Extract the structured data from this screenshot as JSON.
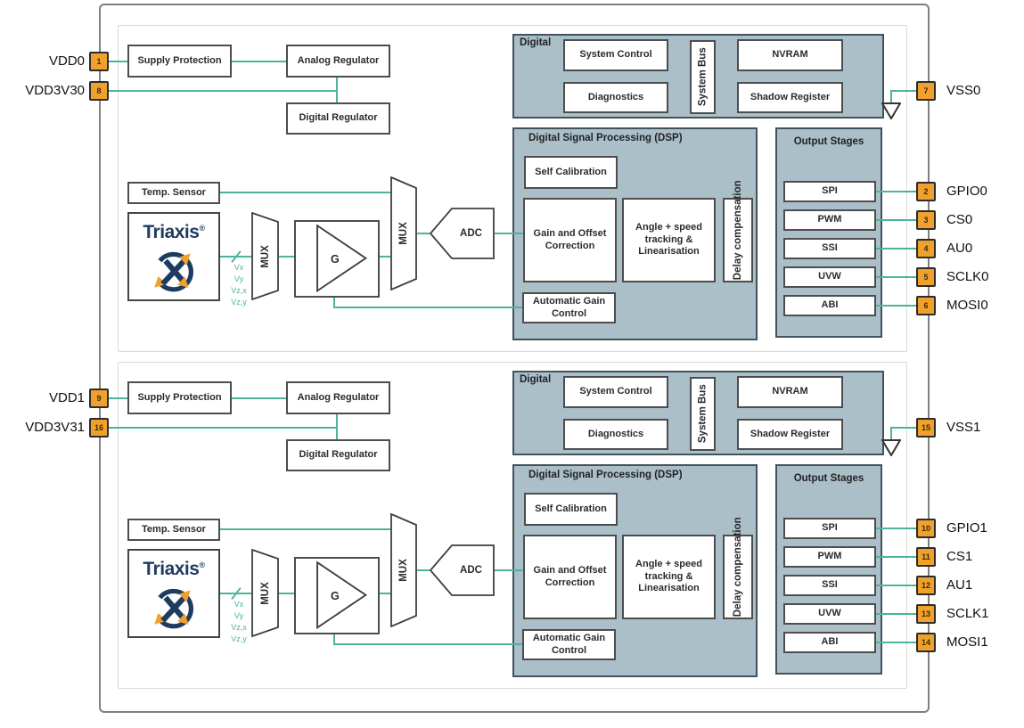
{
  "colors": {
    "teal": "#4cb49e",
    "block_fill": "#abbfc9",
    "pin_orange": "#f0a12d",
    "navy": "#1d3c5f"
  },
  "labels": {
    "supply_protection": "Supply Protection",
    "analog_regulator": "Analog Regulator",
    "digital_regulator": "Digital Regulator",
    "digital_block": "Digital",
    "system_control": "System Control",
    "diagnostics": "Diagnostics",
    "system_bus": "System Bus",
    "nvram": "NVRAM",
    "shadow_register": "Shadow Register",
    "dsp_title": "Digital Signal Processing (DSP)",
    "self_calibration": "Self Calibration",
    "gain_offset": "Gain and Offset Correction",
    "angle_speed": "Angle + speed tracking & Linearisation",
    "delay_compensation": "Delay compensation",
    "automatic_gain": "Automatic Gain Control",
    "output_stages": "Output Stages",
    "temp_sensor": "Temp. Sensor",
    "triaxis": "Triaxis",
    "registered_mark": "®",
    "mux": "MUX",
    "gain_amp": "G",
    "adc": "ADC",
    "output_modes": [
      "SPI",
      "PWM",
      "SSI",
      "UVW",
      "ABI"
    ],
    "signal_lines": [
      "Vx",
      "Vy",
      "Vz,x",
      "Vz,y"
    ]
  },
  "channels": [
    {
      "id": "0",
      "left_pins": [
        {
          "number": "1",
          "label": "VDD0"
        },
        {
          "number": "8",
          "label": "VDD3V30"
        }
      ],
      "vss_pin": {
        "number": "7",
        "label": "VSS0"
      },
      "right_pins": [
        {
          "number": "2",
          "label": "GPIO0"
        },
        {
          "number": "3",
          "label": "CS0"
        },
        {
          "number": "4",
          "label": "AU0"
        },
        {
          "number": "5",
          "label": "SCLK0"
        },
        {
          "number": "6",
          "label": "MOSI0"
        }
      ]
    },
    {
      "id": "1",
      "left_pins": [
        {
          "number": "9",
          "label": "VDD1"
        },
        {
          "number": "16",
          "label": "VDD3V31"
        }
      ],
      "vss_pin": {
        "number": "15",
        "label": "VSS1"
      },
      "right_pins": [
        {
          "number": "10",
          "label": "GPIO1"
        },
        {
          "number": "11",
          "label": "CS1"
        },
        {
          "number": "12",
          "label": "AU1"
        },
        {
          "number": "13",
          "label": "SCLK1"
        },
        {
          "number": "14",
          "label": "MOSI1"
        }
      ]
    }
  ]
}
